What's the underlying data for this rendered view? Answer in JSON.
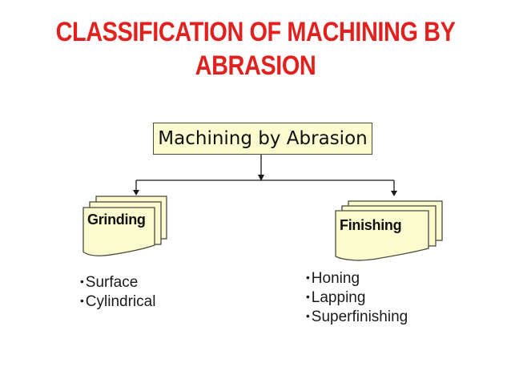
{
  "title": {
    "lines": [
      "CLASSIFICATION OF MACHINING BY",
      "ABRASION"
    ]
  },
  "diagram": {
    "root": {
      "label": "Machining by Abrasion"
    },
    "branches": [
      {
        "label": "Grinding",
        "items": [
          "Surface",
          "Cylindrical"
        ]
      },
      {
        "label": "Finishing",
        "items": [
          "Honing",
          "Lapping",
          "Superfinishing"
        ]
      }
    ]
  },
  "colors": {
    "title_red": "#E2211E",
    "box_fill": "#FBFBD0",
    "box_border": "#4B4B3C",
    "line_color": "#1A1A1A",
    "text_color": "#1A1A1A",
    "background": "#FFFFFF"
  }
}
